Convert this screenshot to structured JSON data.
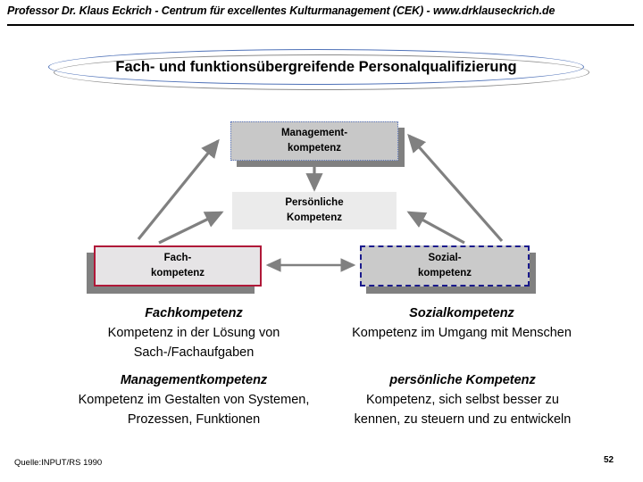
{
  "header": {
    "text": "Professor Dr. Klaus Eckrich - Centrum für excellentes Kulturmanagement (CEK) - www.drklauseckrich.de"
  },
  "title": {
    "text": "Fach- und funktionsübergreifende Personalqualifizierung",
    "ellipse_color": "#4f72b8",
    "shadow_color": "#8c8c8c"
  },
  "diagram": {
    "boxes": [
      {
        "id": "management",
        "line1": "Management-",
        "line2": "kompetenz",
        "fill": "#c8c8c8",
        "border_color": "#5b76bc",
        "border_style": "dotted"
      },
      {
        "id": "persoenliche",
        "line1": "Persönliche",
        "line2": "Kompetenz",
        "fill": "#ebebeb",
        "border_color": "none",
        "border_style": "none"
      },
      {
        "id": "fach",
        "line1": "Fach-",
        "line2": "kompetenz",
        "fill": "#e6e4e6",
        "border_color": "#b01838",
        "border_style": "solid"
      },
      {
        "id": "sozial",
        "line1": "Sozial-",
        "line2": "kompetenz",
        "fill": "#cacaca",
        "border_color": "#1a1a8c",
        "border_style": "dashed"
      }
    ],
    "arrow_color": "#808080"
  },
  "descriptions": [
    {
      "id": "fachkompetenz",
      "title": "Fachkompetenz",
      "line1": "Kompetenz in der Lösung von",
      "line2": "Sach-/Fachaufgaben"
    },
    {
      "id": "sozialkompetenz",
      "title": "Sozialkompetenz",
      "line1": "Kompetenz im Umgang mit Menschen",
      "line2": ""
    },
    {
      "id": "managementkompetenz",
      "title": "Managementkompetenz",
      "line1": "Kompetenz im Gestalten von Systemen,",
      "line2": "Prozessen, Funktionen"
    },
    {
      "id": "persoenliche-kompetenz",
      "title": "persönliche Kompetenz",
      "line1": "Kompetenz, sich selbst besser zu",
      "line2": "kennen, zu steuern und zu entwickeln"
    }
  ],
  "footer": {
    "source": "Quelle:INPUT/RS 1990",
    "page_number": "52"
  }
}
